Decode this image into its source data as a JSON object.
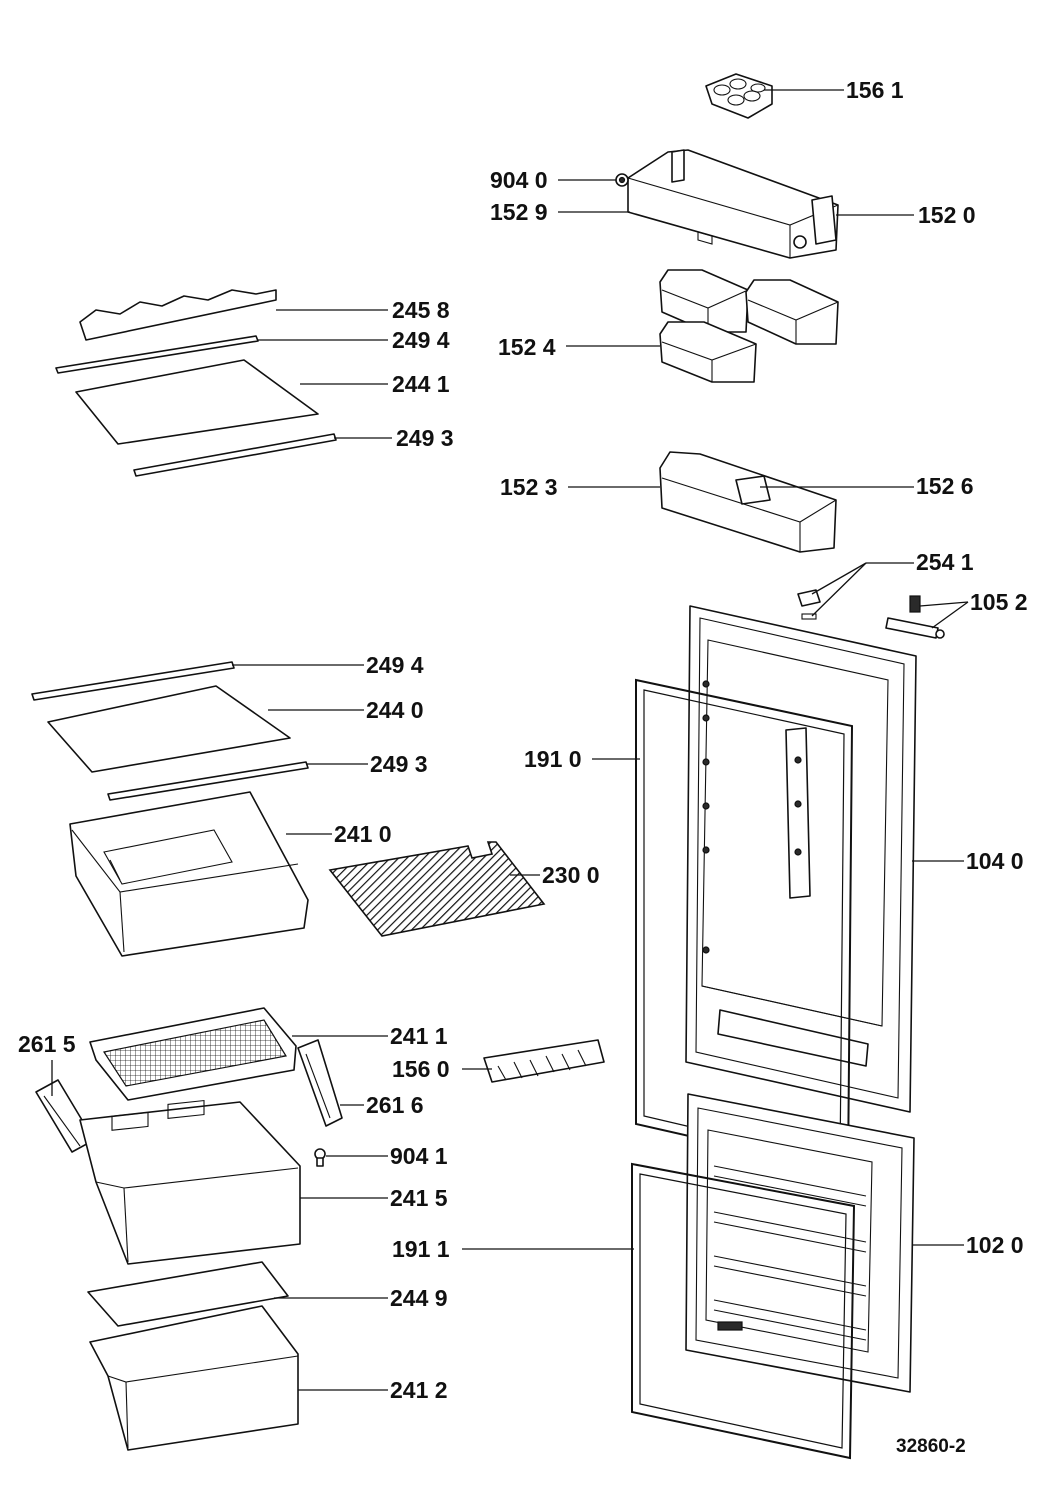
{
  "reference_code": "32860-2",
  "colors": {
    "line": "#111111",
    "background": "#ffffff",
    "hatch": "#2a2a2a"
  },
  "callouts": {
    "c1561": "156 1",
    "c9040": "904 0",
    "c1529": "152 9",
    "c1520": "152 0",
    "c1524": "152 4",
    "c1523": "152 3",
    "c1526": "152 6",
    "c2541": "254 1",
    "c1052": "105 2",
    "c2458": "245 8",
    "c2494a": "249 4",
    "c2441": "244 1",
    "c2493a": "249 3",
    "c2494b": "249 4",
    "c2440": "244 0",
    "c2493b": "249 3",
    "c2410": "241 0",
    "c2300": "230 0",
    "c1910": "191 0",
    "c1040": "104 0",
    "c2411": "241 1",
    "c2615": "261 5",
    "c1560": "156 0",
    "c2616": "261 6",
    "c9041": "904 1",
    "c2415": "241 5",
    "c1911": "191 1",
    "c1020": "102 0",
    "c2449": "244 9",
    "c2412": "241 2"
  }
}
